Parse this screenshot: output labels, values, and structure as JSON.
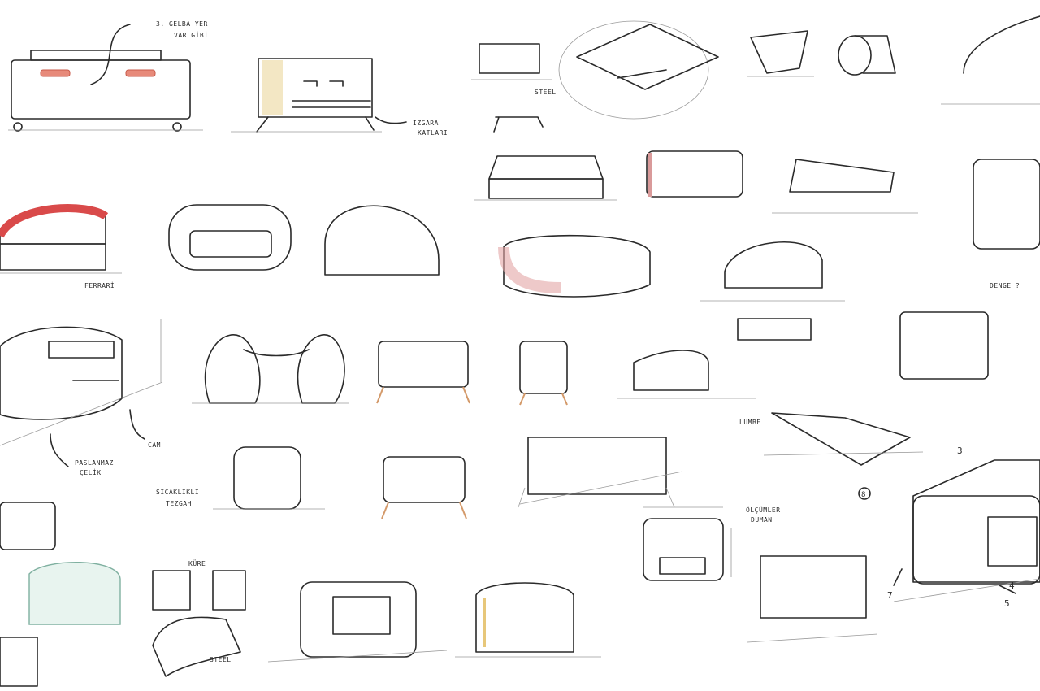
{
  "palette": {
    "ink": "#2a2a2a",
    "red": "#d94a4a",
    "blue": "#b8d0ea",
    "mint": "#bfe0d6",
    "sage": "#8fb8a8",
    "pink": "#e9b8b8",
    "cream": "#efe6cf",
    "teal": "#a7d7dd",
    "wood": "#d49a6a"
  },
  "annotations": {
    "n1": "3. GELBA YER",
    "n2": "VAR GİBİ",
    "n3": "IZGARA",
    "n4": "KATLARI",
    "n5": "STEEL",
    "n6": "FERRARİ",
    "n7": "DENGE ?",
    "n8": "PASLANMAZ",
    "n9": "ÇELİK",
    "n10": "CAM",
    "n11": "SICAKLIKLI",
    "n12": "TEZGAH",
    "n13": "LUMBE",
    "n14": "ÖLÇÜMLER",
    "n15": "DUMAN",
    "n16": "KÜRE",
    "n17": "STEEL",
    "n18": "3",
    "n19": "4",
    "n20": "5",
    "n21": "7",
    "n22": "8"
  }
}
